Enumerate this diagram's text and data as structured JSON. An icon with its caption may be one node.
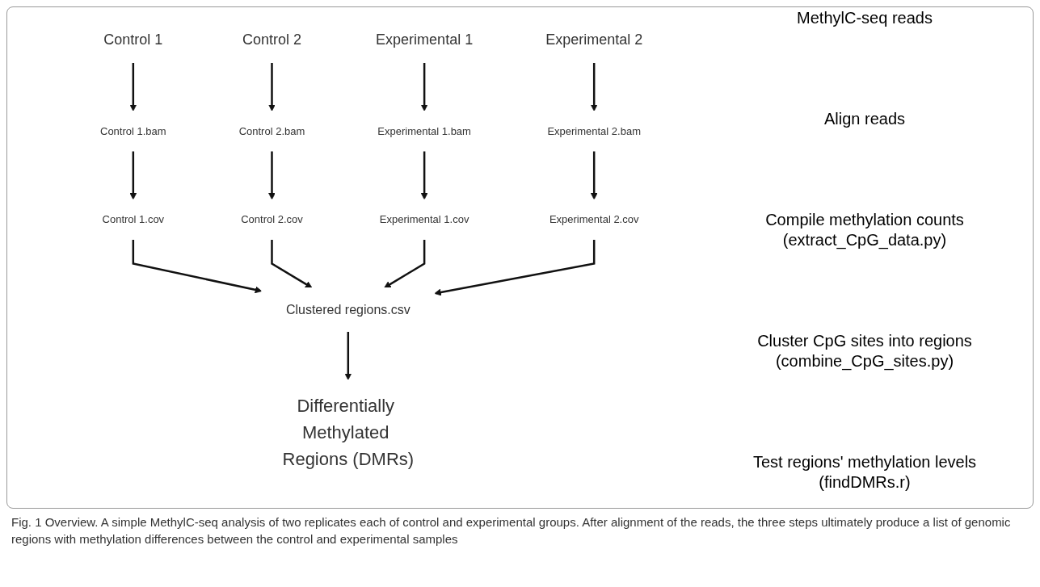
{
  "diagram": {
    "caption": "Fig. 1 Overview. A simple MethylC-seq analysis of two replicates each of control and experimental groups. After alignment of the reads, the three steps ultimately produce a list of genomic regions with methylation differences between the control and experimental samples",
    "nodes": [
      {
        "text": [
          "Control 1"
        ]
      },
      {
        "text": [
          "Control 2"
        ]
      },
      {
        "text": [
          "Experimental 1"
        ]
      },
      {
        "text": [
          "Experimental 2"
        ]
      },
      {
        "text": [
          "Control 1.bam"
        ]
      },
      {
        "text": [
          "Control 2.bam"
        ]
      },
      {
        "text": [
          "Experimental 1.bam"
        ]
      },
      {
        "text": [
          "Experimental 2.bam"
        ]
      },
      {
        "text": [
          "Control 1.cov"
        ]
      },
      {
        "text": [
          "Control 2.cov"
        ]
      },
      {
        "text": [
          "Experimental 1.cov"
        ]
      },
      {
        "text": [
          "Experimental 2.cov"
        ]
      },
      {
        "text": [
          "Clustered regions.csv"
        ]
      },
      {
        "text": [
          "Differentially Methylated Regions (DMRs)"
        ]
      }
    ],
    "edges": [
      {
        "from": 0,
        "to": 4,
        "arrow": "to"
      },
      {
        "from": 1,
        "to": 5,
        "arrow": "to"
      },
      {
        "from": 2,
        "to": 6,
        "arrow": "to"
      },
      {
        "from": 3,
        "to": 7,
        "arrow": "to"
      },
      {
        "from": 4,
        "to": 8,
        "arrow": "to"
      },
      {
        "from": 5,
        "to": 9,
        "arrow": "to"
      },
      {
        "from": 6,
        "to": 10,
        "arrow": "to"
      },
      {
        "from": 7,
        "to": 11,
        "arrow": "to"
      },
      {
        "from": 8,
        "to": 12,
        "arrow": "to"
      },
      {
        "from": 9,
        "to": 12,
        "arrow": "to"
      },
      {
        "from": 10,
        "to": 12,
        "arrow": "to"
      },
      {
        "from": 11,
        "to": 12,
        "arrow": "to"
      },
      {
        "from": 12,
        "to": 13,
        "arrow": "to"
      }
    ],
    "labels": [
      "MethylC-seq reads",
      "Align reads",
      "Compile methylation counts (extract_CpG_data.py)",
      "Cluster CpG sites into regions (combine_CpG_sites.py)",
      "Test regions' methylation levels (findDMRs.r)"
    ]
  }
}
